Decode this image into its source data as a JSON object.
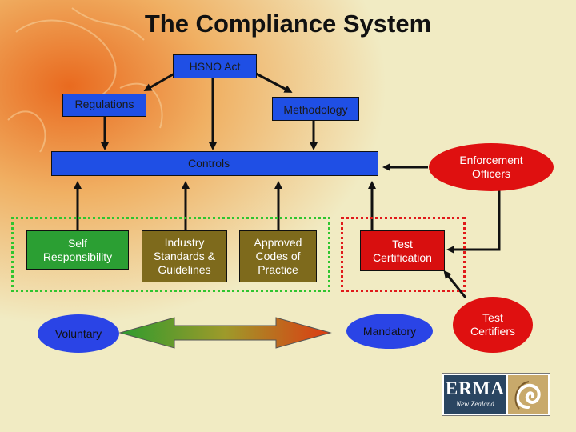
{
  "title": "The Compliance System",
  "nodes": {
    "hsno_act": "HSNO Act",
    "regulations": "Regulations",
    "methodology": "Methodology",
    "controls": "Controls",
    "enforcement_officers": "Enforcement Officers",
    "self_responsibility": "Self Responsibility",
    "industry_standards": "Industry Standards & Guidelines",
    "approved_codes": "Approved Codes of Practice",
    "test_certification": "Test Certification",
    "test_certifiers": "Test Certifiers",
    "voluntary": "Voluntary",
    "mandatory": "Mandatory"
  },
  "logo": {
    "name": "ERMA",
    "subtitle": "New Zealand"
  }
}
